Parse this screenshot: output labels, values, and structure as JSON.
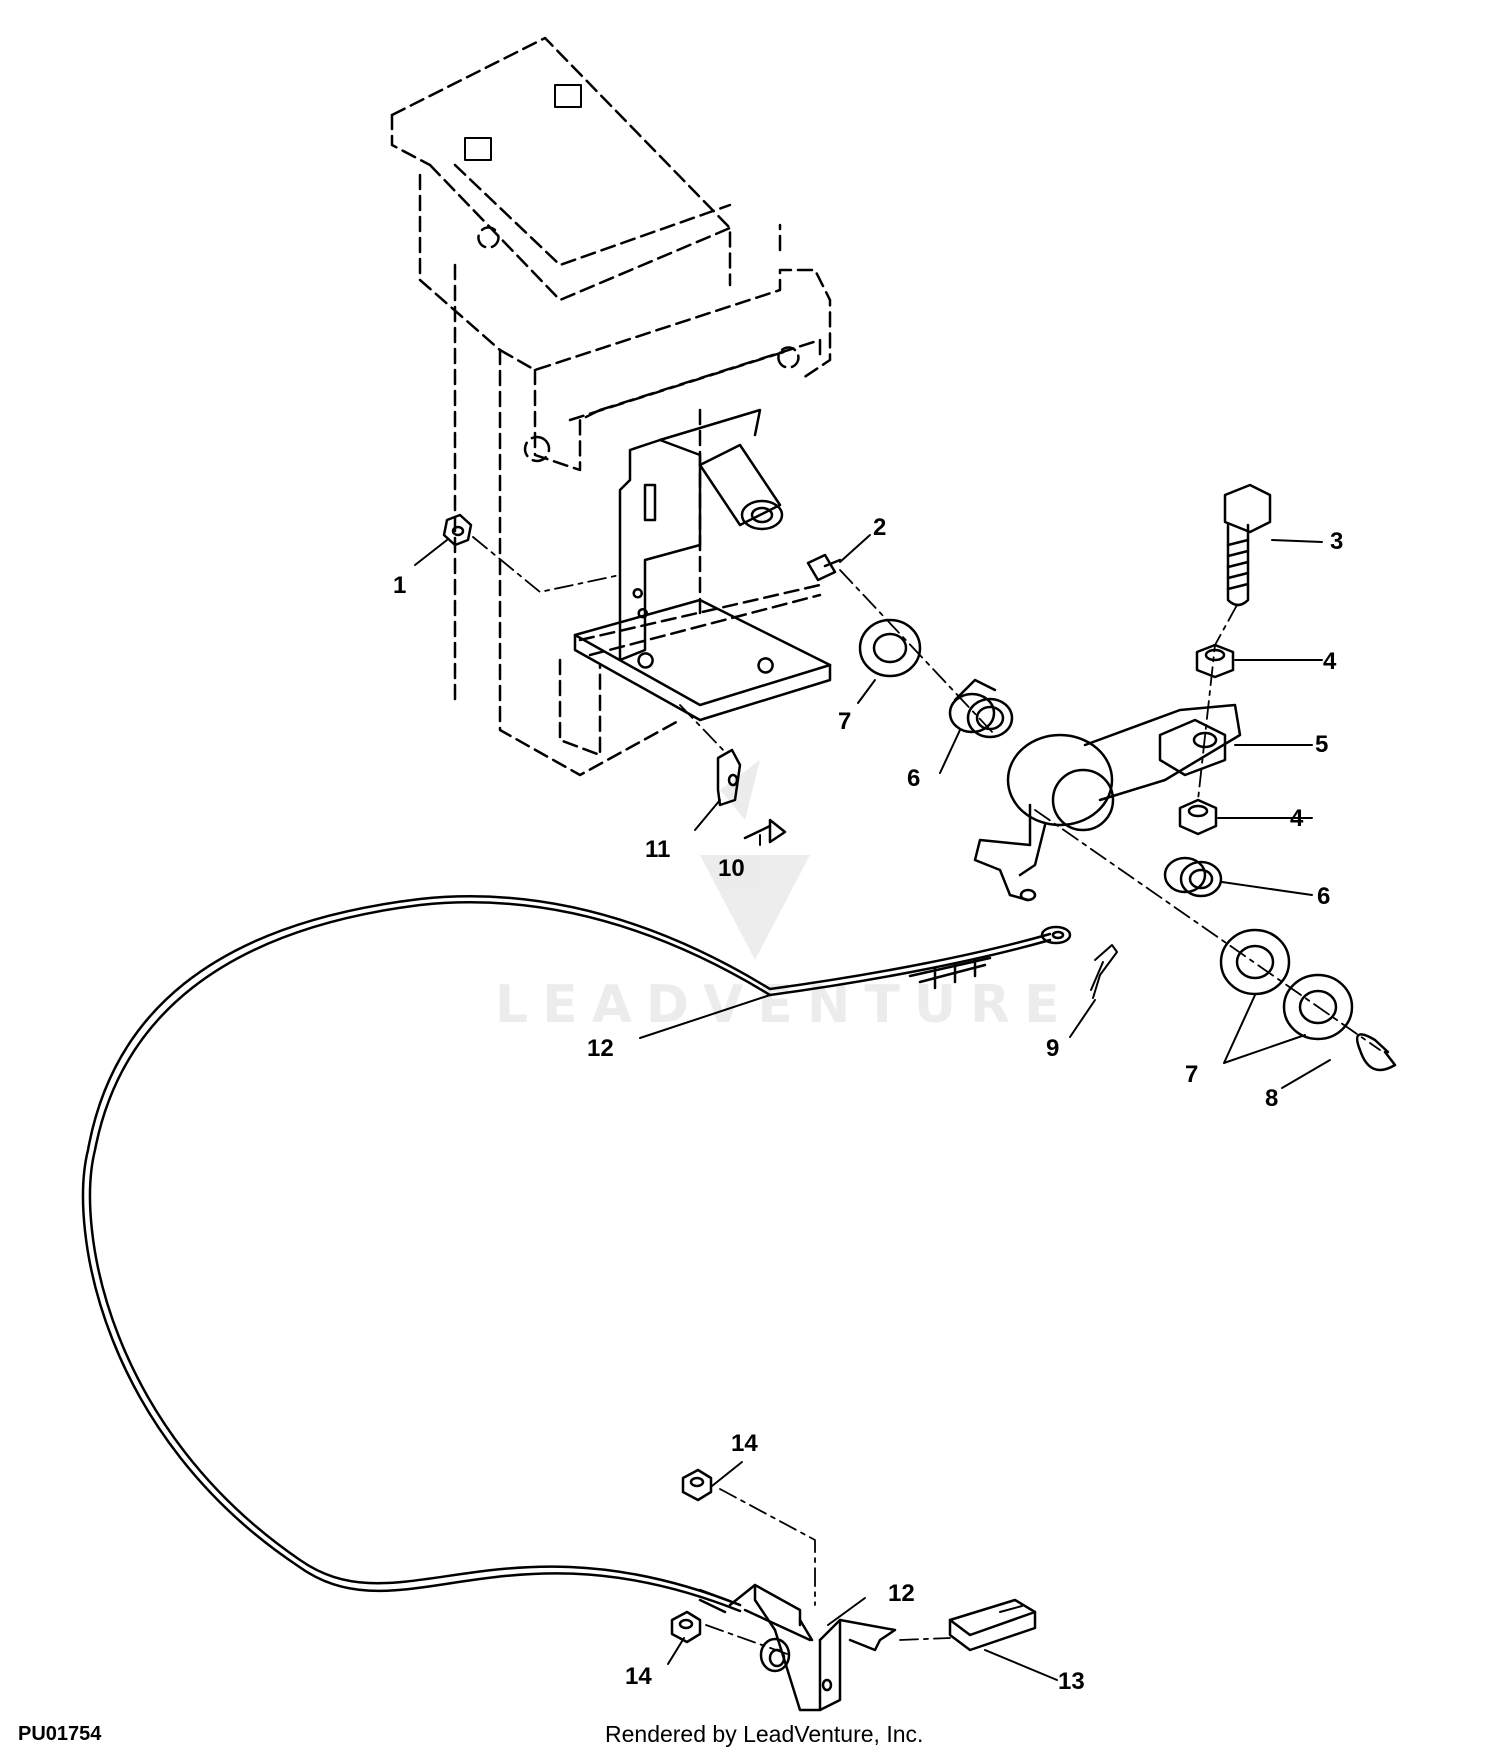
{
  "diagram": {
    "callouts": [
      "1",
      "2",
      "3",
      "4",
      "5",
      "4",
      "6",
      "7",
      "6",
      "7",
      "8",
      "9",
      "10",
      "11",
      "12",
      "12",
      "13",
      "14",
      "14"
    ],
    "figure_id": "PU01754",
    "footer": "Rendered by LeadVenture, Inc.",
    "watermark": "LEADVENTURE"
  }
}
